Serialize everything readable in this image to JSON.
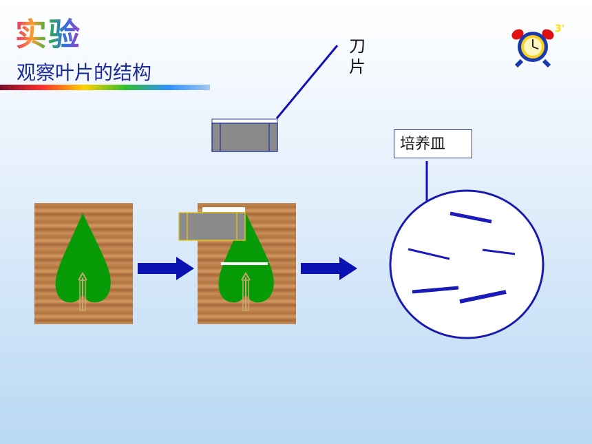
{
  "title": {
    "main": "实验",
    "subtitle": "观察叶片的结构"
  },
  "labels": {
    "blade": "刀片",
    "dish": "培养皿"
  },
  "timer": {
    "number": "3'",
    "icon": "alarm-clock-icon"
  },
  "colors": {
    "leaf": "#079c07",
    "arrow": "#0a12b4",
    "board": "#c48a52",
    "blade_body": "#888888",
    "dish_outline": "#1a1ab0",
    "title_text": "#1a2a9a"
  }
}
